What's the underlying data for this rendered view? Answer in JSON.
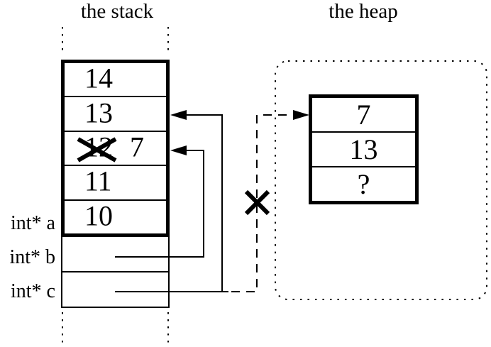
{
  "titles": {
    "stack": "the stack",
    "heap": "the heap"
  },
  "stack": {
    "frame_cells": [
      {
        "value": "14"
      },
      {
        "value": "13"
      },
      {
        "old_value": "12",
        "new_value": "7",
        "crossed_out": true
      },
      {
        "value": "11"
      },
      {
        "value": "10"
      }
    ],
    "pointer_variables": [
      {
        "label": "int* a"
      },
      {
        "label": "int* b"
      },
      {
        "label": "int* c"
      }
    ]
  },
  "heap": {
    "block_cells": [
      {
        "value": "7"
      },
      {
        "value": "13"
      },
      {
        "value": "?"
      }
    ]
  },
  "colors": {
    "ink": "#000000",
    "background": "#ffffff"
  }
}
